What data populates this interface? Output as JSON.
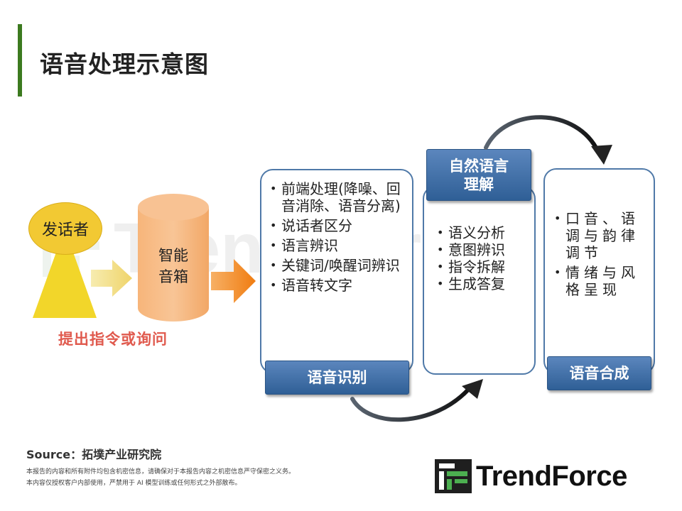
{
  "title": "语音处理示意图",
  "speaker": {
    "label": "发话者",
    "action": "提出指令或询问"
  },
  "device": {
    "line1": "智能",
    "line2": "音箱"
  },
  "asr": {
    "label": "语音识别",
    "items": [
      "前端处理(降噪、回音消除、语音分离)",
      "说话者区分",
      "语言辨识",
      "关键词/唤醒词辨识",
      "语音转文字"
    ]
  },
  "nlu": {
    "label_line1": "自然语言",
    "label_line2": "理解",
    "items": [
      "语义分析",
      "意图辨识",
      "指令拆解",
      "生成答复"
    ]
  },
  "tts": {
    "label": "语音合成",
    "items": [
      "口音、语调与韵律调节",
      "情绪与风格呈现"
    ]
  },
  "footer": {
    "source": "Source：拓墣产业研究院",
    "disclaimer1": "本报告的内容和所有附件均包含机密信息，请确保对于本报告内容之机密信息严守保密之义务。",
    "disclaimer2": "本内容仅授权客户内部使用，严禁用于 AI 模型训练或任何形式之外部散布。"
  },
  "logo": {
    "text": "TrendForce",
    "watermark": "TrendForce"
  },
  "colors": {
    "accent_green": "#3c7a1f",
    "panel_blue": "#4f79a8",
    "label_blue": "#2f5f96",
    "action_red": "#e05a4e",
    "speaker_yellow": "#f2c933",
    "device_orange": "#f6b77a",
    "arrow_orange": "#f08a1a"
  }
}
